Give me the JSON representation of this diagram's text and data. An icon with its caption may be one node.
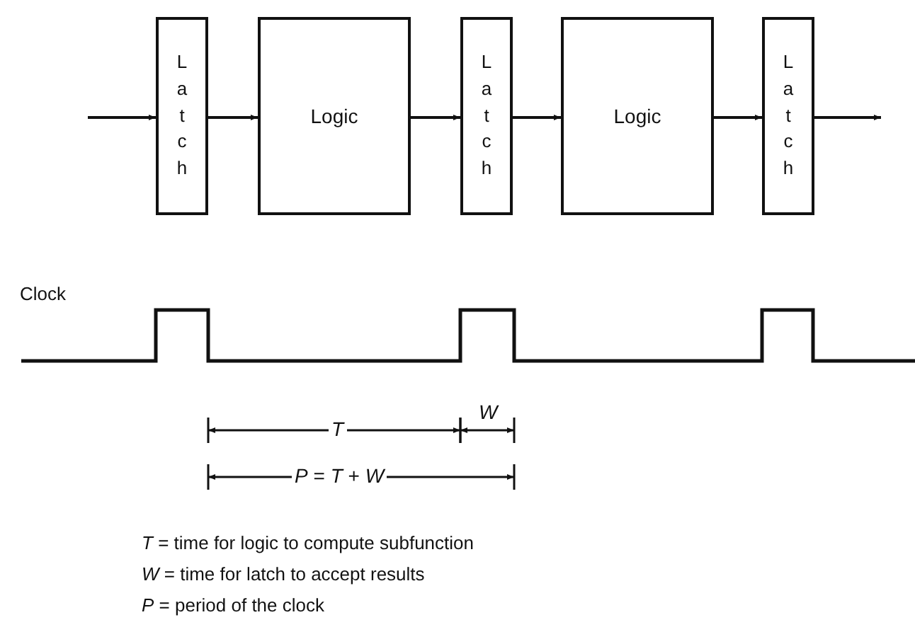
{
  "diagram": {
    "nodes": [
      {
        "text": [
          "Latch"
        ]
      },
      {
        "text": [
          "Logic"
        ]
      },
      {
        "text": [
          "Latch"
        ]
      },
      {
        "text": [
          "Logic"
        ]
      },
      {
        "text": [
          "Latch"
        ]
      }
    ],
    "edges": [
      {
        "from": null,
        "to": 0,
        "arrow": "to"
      },
      {
        "from": 0,
        "to": 1,
        "arrow": "to"
      },
      {
        "from": 1,
        "to": 2,
        "arrow": "to"
      },
      {
        "from": 2,
        "to": 3,
        "arrow": "to"
      },
      {
        "from": 3,
        "to": 4,
        "arrow": "to"
      },
      {
        "from": 4,
        "to": null,
        "arrow": "to"
      }
    ],
    "labels": [
      "Clock",
      "W",
      "T",
      "*P* = *T* + *W*",
      "*T* = time for logic to compute subfunction",
      "*W* = time for latch to accept results",
      "*P* = period of the clock"
    ]
  }
}
